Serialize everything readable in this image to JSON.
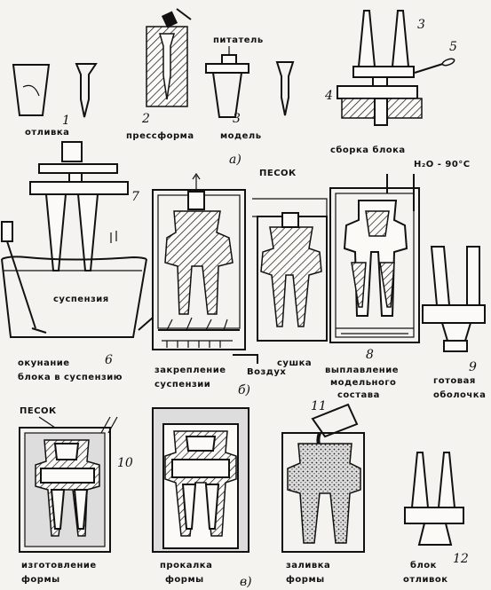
{
  "labels": {
    "l1": "отливка",
    "l2": "прессформа",
    "l3": "модель",
    "pitatel": "питатель",
    "sborka": "сборка блока",
    "pesok_top": "ПЕСОК",
    "h2o": "H₂O - 90°C",
    "oknuvanie_1": "окунание",
    "oknuvanie_2": "блока в суспензию",
    "suspenzia": "суспензия",
    "zakr_1": "закрепление",
    "zakr_2": "суспензии",
    "vozduh": "Воздух",
    "sushka": "сушка",
    "vypl_1": "выплавление",
    "vypl_2": "модельного",
    "vypl_3": "состава",
    "gotovaya_1": "готовая",
    "gotovaya_2": "оболочка",
    "pesok_bottom": "ПЕСОК",
    "izgot_1": "изготовление",
    "izgot_2": "формы",
    "prokalka_1": "прокалка",
    "prokalka_2": "формы",
    "zalivka_1": "заливка",
    "zalivka_2": "формы",
    "blok_1": "блок",
    "blok_2": "отливок"
  },
  "numbers": {
    "n1": "1",
    "n2": "2",
    "n3": "3",
    "n4": "4",
    "n5": "5",
    "n6": "6",
    "n7": "7",
    "n8": "8",
    "n9": "9",
    "n10": "10",
    "n11": "11",
    "n12": "12",
    "row_a": "а)",
    "row_b": "б)",
    "row_v": "в)"
  }
}
